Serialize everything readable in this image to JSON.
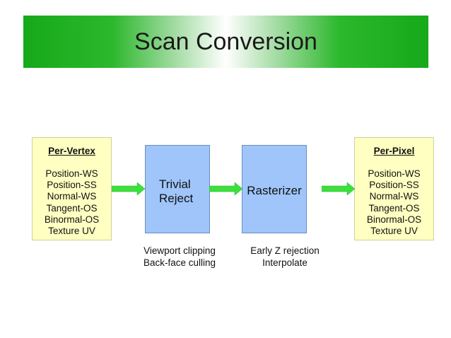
{
  "title": "Scan Conversion",
  "per_vertex": {
    "title": "Per-Vertex",
    "items": [
      "Position-WS",
      "Position-SS",
      "Normal-WS",
      "Tangent-OS",
      "Binormal-OS",
      "Texture UV"
    ]
  },
  "trivial_reject": {
    "line1": "Trivial",
    "line2": "Reject",
    "caption1": "Viewport clipping",
    "caption2": "Back-face culling"
  },
  "rasterizer": {
    "label": "Rasterizer",
    "caption1": "Early Z rejection",
    "caption2": "Interpolate"
  },
  "per_pixel": {
    "title": "Per-Pixel",
    "items": [
      "Position-WS",
      "Position-SS",
      "Normal-WS",
      "Tangent-OS",
      "Binormal-OS",
      "Texture UV"
    ]
  },
  "colors": {
    "banner_green": "#16a91a",
    "arrow_green": "#3be03b",
    "box_yellow": "#ffffc2",
    "box_blue": "#9fc5fa"
  }
}
